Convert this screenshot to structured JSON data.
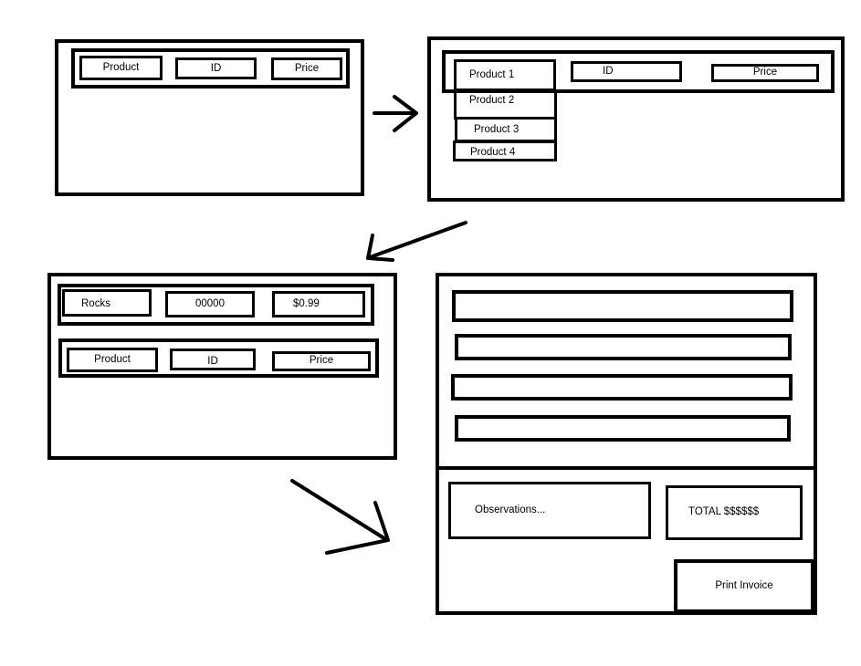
{
  "mockup1": {
    "header_labels": [
      "Product",
      "ID",
      "Price"
    ]
  },
  "mockup2": {
    "dropdown_items": [
      "Product 1",
      "Product 2",
      "Product 3",
      "Product 4"
    ],
    "header_labels": [
      "ID",
      "Price"
    ]
  },
  "mockup3": {
    "selected_row": [
      "Rocks",
      "00000",
      "$0.99"
    ],
    "header_labels": [
      "Product",
      "ID",
      "Price"
    ]
  },
  "mockup4": {
    "observations_placeholder": "Observations...",
    "total_label": "TOTAL $$$$$$",
    "print_button": "Print Invoice"
  },
  "colors": {
    "stroke": "#000000",
    "background": "#ffffff"
  }
}
